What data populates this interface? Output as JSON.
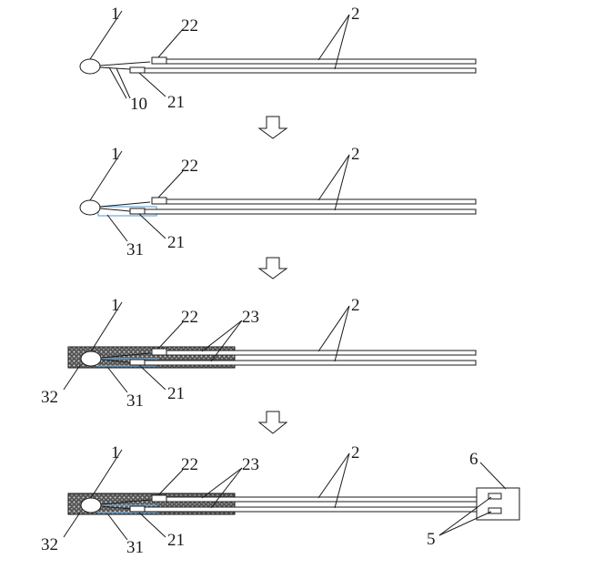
{
  "figure": {
    "step1": {
      "labels": {
        "ref_1": "1",
        "ref_22": "22",
        "ref_2": "2",
        "ref_10": "10",
        "ref_21": "21"
      }
    },
    "step2": {
      "labels": {
        "ref_1": "1",
        "ref_22": "22",
        "ref_2": "2",
        "ref_31": "31",
        "ref_21": "21"
      }
    },
    "step3": {
      "labels": {
        "ref_1": "1",
        "ref_22": "22",
        "ref_23": "23",
        "ref_2": "2",
        "ref_32": "32",
        "ref_31": "31",
        "ref_21": "21"
      }
    },
    "step4": {
      "labels": {
        "ref_1": "1",
        "ref_22": "22",
        "ref_23": "23",
        "ref_2": "2",
        "ref_6": "6",
        "ref_32": "32",
        "ref_31": "31",
        "ref_21": "21",
        "ref_5": "5"
      }
    },
    "colors": {
      "line": "#1a1a1a",
      "insulation": "#6fa8d6",
      "potting": "#3a3a3a"
    }
  }
}
